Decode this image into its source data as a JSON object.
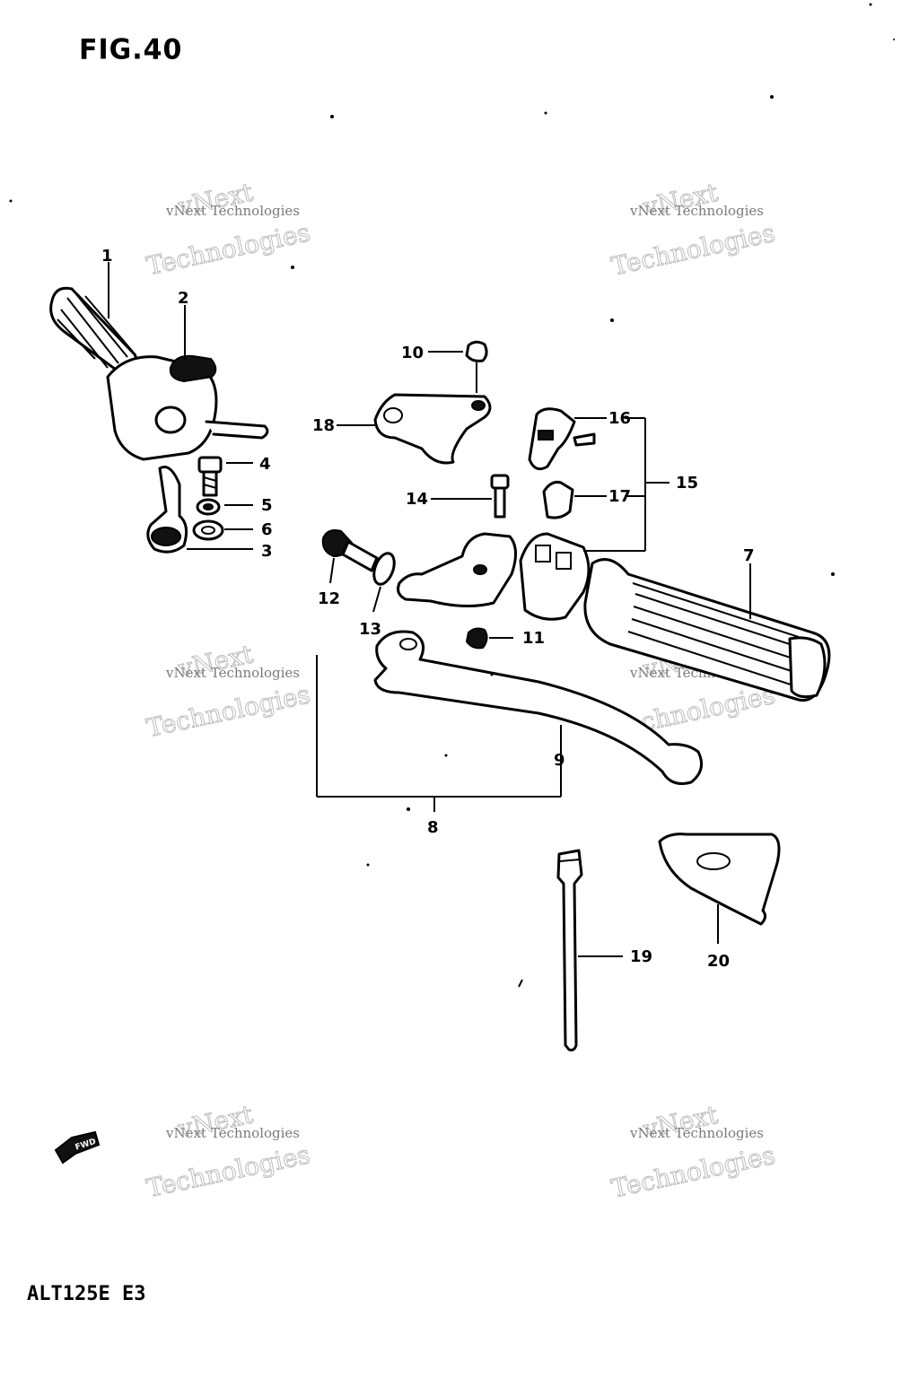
{
  "figure": {
    "title": "FIG.40",
    "model": "ALT125E E3"
  },
  "callouts": [
    {
      "id": "1",
      "label": "1"
    },
    {
      "id": "2",
      "label": "2"
    },
    {
      "id": "3",
      "label": "3"
    },
    {
      "id": "4",
      "label": "4"
    },
    {
      "id": "5",
      "label": "5"
    },
    {
      "id": "6",
      "label": "6"
    },
    {
      "id": "7",
      "label": "7"
    },
    {
      "id": "8",
      "label": "8"
    },
    {
      "id": "9",
      "label": "9"
    },
    {
      "id": "10",
      "label": "10"
    },
    {
      "id": "11",
      "label": "11"
    },
    {
      "id": "12",
      "label": "12"
    },
    {
      "id": "13",
      "label": "13"
    },
    {
      "id": "14",
      "label": "14"
    },
    {
      "id": "15",
      "label": "15"
    },
    {
      "id": "16",
      "label": "16"
    },
    {
      "id": "17",
      "label": "17"
    },
    {
      "id": "18",
      "label": "18"
    },
    {
      "id": "19",
      "label": "19"
    },
    {
      "id": "20",
      "label": "20"
    }
  ],
  "watermark": {
    "line1": "vNext Technologies",
    "line2": "vNext",
    "line3": "Technologies"
  },
  "direction_marker": {
    "label": "FWD",
    "icon": "fwd-arrow-icon"
  }
}
